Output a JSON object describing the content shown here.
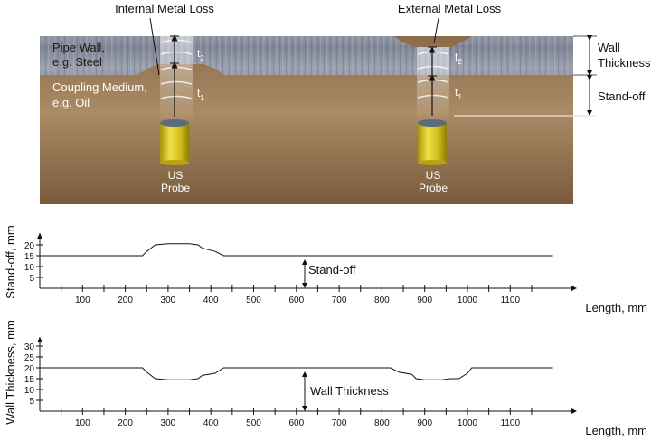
{
  "diagram": {
    "callouts": {
      "internal_metal_loss": "Internal Metal Loss",
      "external_metal_loss": "External Metal Loss"
    },
    "layers": {
      "pipe_wall_line1": "Pipe Wall,",
      "pipe_wall_line2": "e.g. Steel",
      "coupling_line1": "Coupling Medium,",
      "coupling_line2": "e.g. Oil"
    },
    "probe_left": {
      "line1": "US",
      "line2": "Probe",
      "t1": "t",
      "t1_sub": "1",
      "t2": "t",
      "t2_sub": "2"
    },
    "probe_right": {
      "line1": "US",
      "line2": "Probe",
      "t1": "t",
      "t1_sub": "1",
      "t2": "t",
      "t2_sub": "2"
    },
    "dimensions": {
      "wall_line1": "Wall",
      "wall_line2": "Thickness",
      "standoff": "Stand-off"
    },
    "colors": {
      "steel": "#8a8fa0",
      "oil": "#9a7a55",
      "probe": "#d9c21a"
    }
  },
  "chart_data": [
    {
      "type": "line",
      "title": "",
      "xlabel": "Length, mm",
      "ylabel": "Stand-off, mm",
      "annotation": "Stand-off",
      "x_ticks": [
        100,
        200,
        300,
        400,
        500,
        600,
        700,
        800,
        900,
        1000,
        1100
      ],
      "y_ticks": [
        5,
        10,
        15,
        20
      ],
      "xlim": [
        0,
        1200
      ],
      "ylim": [
        0,
        25
      ],
      "x": [
        0,
        240,
        250,
        270,
        300,
        350,
        370,
        380,
        410,
        430,
        1200
      ],
      "values": [
        15,
        15,
        17,
        20,
        20.5,
        20.5,
        20,
        18.5,
        17,
        15,
        15
      ]
    },
    {
      "type": "line",
      "title": "",
      "xlabel": "Length, mm",
      "ylabel": "Wall Thickness, mm",
      "annotation": "Wall Thickness",
      "x_ticks": [
        100,
        200,
        300,
        400,
        500,
        600,
        700,
        800,
        900,
        1000,
        1100
      ],
      "y_ticks": [
        5,
        10,
        15,
        20,
        25,
        30
      ],
      "xlim": [
        0,
        1200
      ],
      "ylim": [
        0,
        35
      ],
      "x": [
        0,
        240,
        250,
        270,
        300,
        350,
        370,
        380,
        410,
        430,
        820,
        840,
        870,
        880,
        900,
        940,
        960,
        980,
        1000,
        1010,
        1200
      ],
      "values": [
        20,
        20,
        18,
        15,
        14.5,
        14.5,
        15,
        16.5,
        17.5,
        20,
        20,
        18,
        17,
        15,
        14.5,
        14.5,
        15,
        15,
        17.5,
        20,
        20
      ]
    }
  ]
}
